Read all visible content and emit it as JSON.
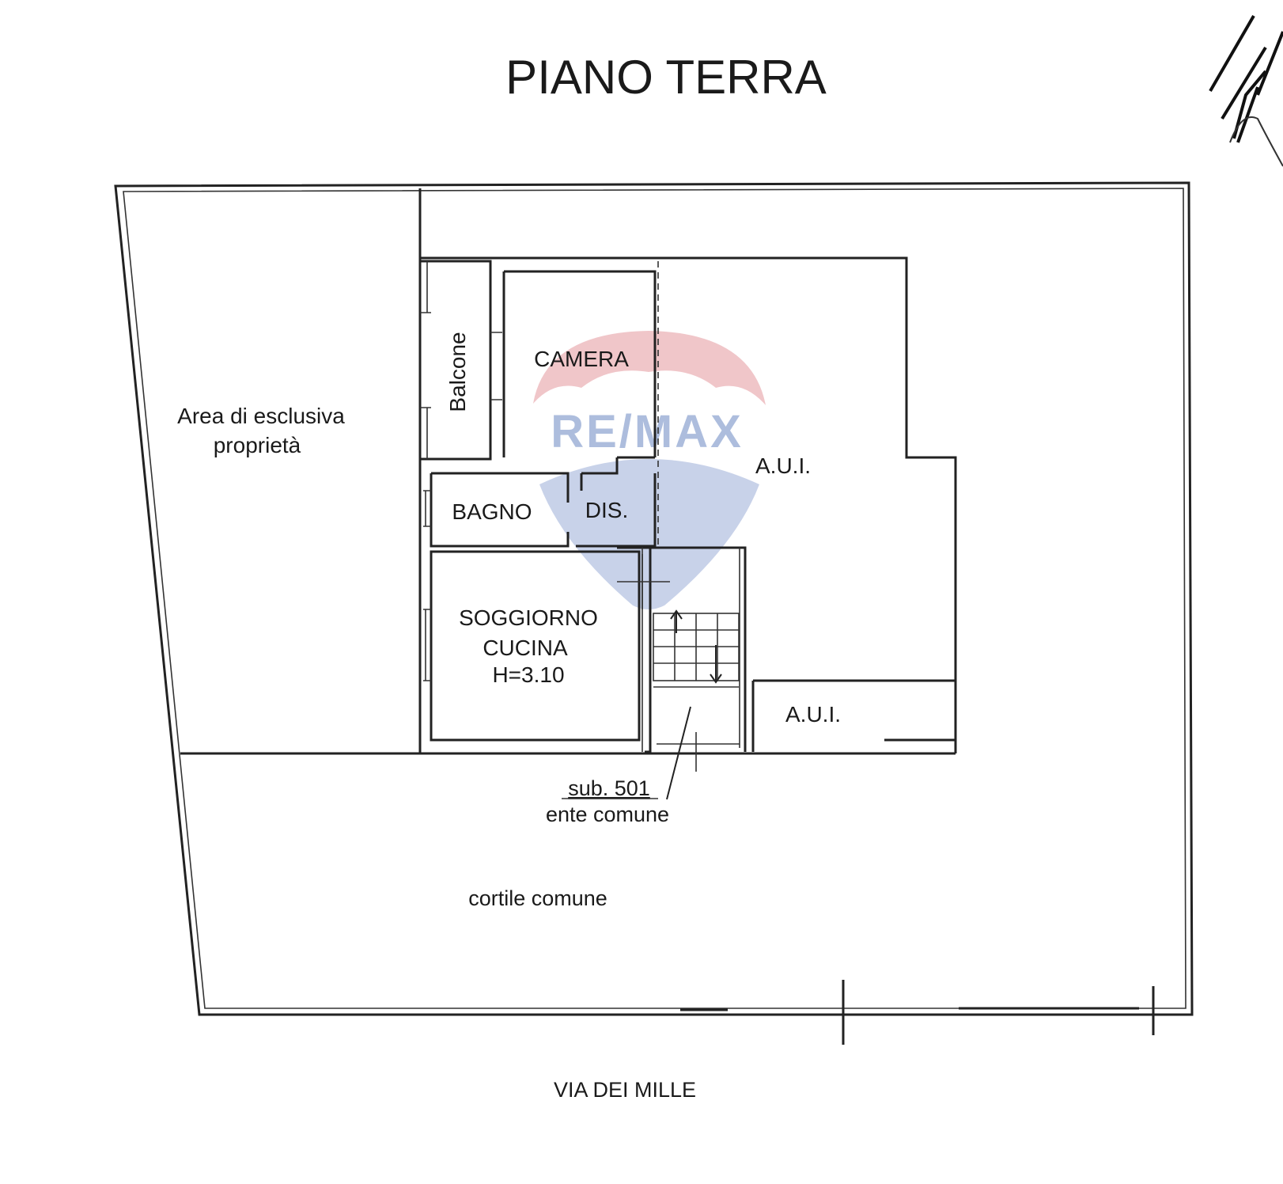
{
  "title": "PIANO TERRA",
  "rooms": {
    "area_esclusiva_line1": "Area di esclusiva",
    "area_esclusiva_line2": "proprietà",
    "balcone": "Balcone",
    "camera": "CAMERA",
    "bagno": "BAGNO",
    "dis": "DIS.",
    "soggiorno_line1": "SOGGIORNO",
    "soggiorno_line2": "CUCINA",
    "soggiorno_height": "H=3.10",
    "aui_upper": "A.U.I.",
    "aui_lower": "A.U.I."
  },
  "common": {
    "sub_label": "sub. 501",
    "ente_label": "ente comune",
    "cortile": "cortile comune"
  },
  "street": "VIA DEI MILLE",
  "watermark": {
    "text": "RE/MAX",
    "color_top": "#e8a6ab",
    "color_text": "#9fb2d8",
    "color_bottom": "#a9b8dc"
  }
}
